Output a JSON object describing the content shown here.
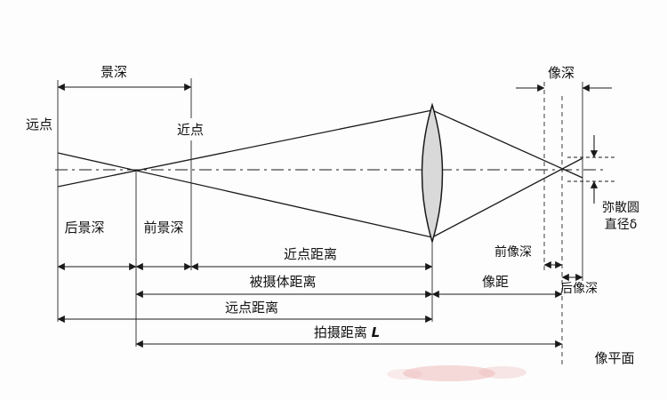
{
  "object_side": {
    "far_point": "远点",
    "near_point": "近点",
    "depth_of_field": "景深",
    "rear_depth_of_field": "后景深",
    "front_depth_of_field": "前景深"
  },
  "distances": {
    "near_point_distance": "近点距离",
    "subject_distance": "被摄体距离",
    "far_point_distance": "远点距离",
    "shooting_distance_prefix": "拍摄距离 ",
    "shooting_distance_symbol": "L",
    "image_distance": "像距"
  },
  "image_side": {
    "image_depth": "像深",
    "front_image_depth": "前像深",
    "rear_image_depth": "后像深",
    "circle_of_confusion_line1": "弥散圆",
    "circle_of_confusion_line2": "直径δ",
    "image_plane": "像平面"
  },
  "colors": {
    "background": "#fdfdfd",
    "line": "#1a1a1a",
    "lens_fill": "#d9d9d9",
    "watermark": "#eeb6b6"
  }
}
